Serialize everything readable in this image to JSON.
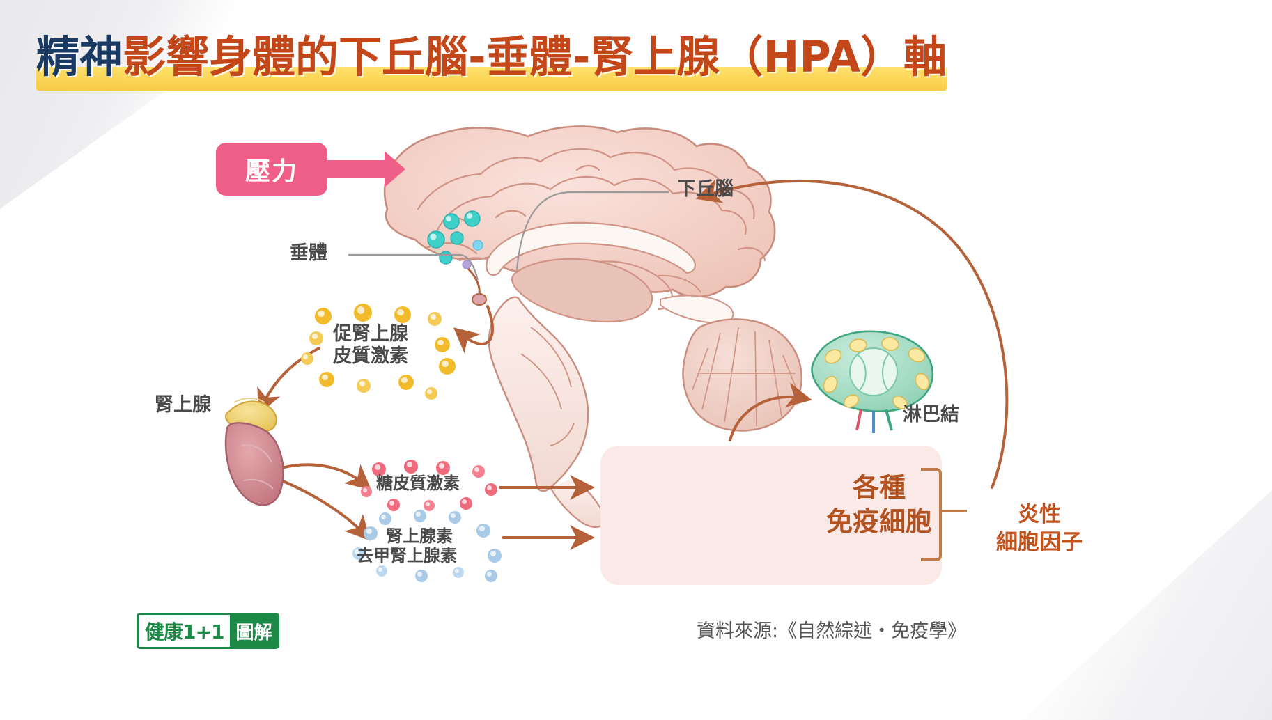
{
  "title": {
    "accent_part": "精神",
    "main_part": "影響身體的下丘腦-垂體-腎上腺（HPA）軸",
    "accent_color": "#1b3a63",
    "main_color": "#c4471a",
    "band_color": "#fbd34d"
  },
  "labels": {
    "stress": "壓力",
    "hypothalamus": "下丘腦",
    "pituitary": "垂體",
    "acth": "促腎上腺\n皮質激素",
    "acth_line1": "促腎上腺",
    "acth_line2": "皮質激素",
    "adrenal_gland": "腎上腺",
    "glucocorticoid": "糖皮質激素",
    "adrenaline": "腎上腺素",
    "noradrenaline": "去甲腎上腺素",
    "lymph_node": "淋巴結",
    "immune_cells_line1": "各種",
    "immune_cells_line2": "免疫細胞",
    "cytokines_line1": "炎性",
    "cytokines_line2": "細胞因子"
  },
  "footer": {
    "source": "資料來源:《自然綜述・免疫學》",
    "logo_white_part": "健康1+1",
    "logo_green_part": "圖解",
    "logo_color": "#1c8a46"
  },
  "colors": {
    "stress_pill": "#ef5e86",
    "acth_dot": "#f2bb2b",
    "glucocorticoid_dot": "#ef6a7d",
    "catecholamine_dot": "#a9cbe8",
    "immune_panel_bg": "#fbe9e7",
    "immune_text": "#b4521f",
    "cytokine_text": "#c4521c",
    "arrow": "#b5613a",
    "brain": "#f2cfc6",
    "lymph_node": "#a8dcc8",
    "leader_line": "#9a9a9a"
  },
  "flow": {
    "arrows": [
      {
        "name": "stress-to-brain",
        "from": "壓力",
        "to": "下丘腦"
      },
      {
        "name": "pituitary-to-acth",
        "from": "垂體",
        "to": "促腎上腺皮質激素"
      },
      {
        "name": "acth-to-adrenal",
        "from": "促腎上腺皮質激素",
        "to": "腎上腺"
      },
      {
        "name": "adrenal-to-glucocorticoid",
        "from": "腎上腺",
        "to": "糖皮質激素"
      },
      {
        "name": "adrenal-to-catecholamine",
        "from": "腎上腺",
        "to": "腎上腺素／去甲腎上腺素"
      },
      {
        "name": "glucocorticoid-to-immune",
        "from": "糖皮質激素",
        "to": "各種免疫細胞"
      },
      {
        "name": "catecholamine-to-immune",
        "from": "腎上腺素",
        "to": "各種免疫細胞"
      },
      {
        "name": "immune-to-lymph",
        "from": "各種免疫細胞",
        "to": "淋巴結"
      },
      {
        "name": "cytokine-to-brain",
        "from": "炎性細胞因子",
        "to": "下丘腦"
      }
    ]
  }
}
